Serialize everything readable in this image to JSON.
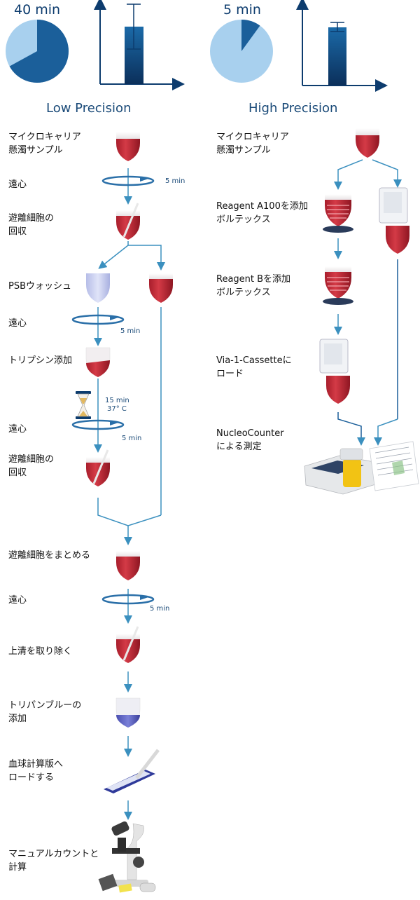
{
  "low": {
    "time_label": "40 min",
    "pie_fraction": 0.67,
    "heading": "Low Precision",
    "steps": [
      "マイクロキャリア\n懸濁サンプル",
      "遠心",
      "遊離細胞の\n回収",
      "PSBウォッシュ",
      "遠心",
      "トリプシン添加",
      "遠心",
      "遊離細胞の\n回収",
      "遊離細胞をまとめる",
      "遠心",
      "上清を取り除く",
      "トリパンブルーの\n添加",
      "血球計算版へ\nロードする",
      "マニュアルカウントと\n計算"
    ],
    "durations": {
      "spin1": "5 min",
      "spin2": "5 min",
      "incubate_time": "15 min",
      "incubate_temp": "37° C",
      "spin3": "5 min",
      "spin4": "5 min"
    }
  },
  "high": {
    "time_label": "5 min",
    "pie_fraction": 0.1,
    "heading": "High Precision",
    "steps": [
      "マイクロキャリア\n懸濁サンプル",
      "Reagent A100を添加\nボルテックス",
      "Reagent Bを添加\nボルテックス",
      "Via-1-Cassetteに\nロード",
      "NucleoCounter\nによる測定"
    ]
  },
  "colors": {
    "dark_blue": "#0d3c6e",
    "mid_blue": "#1b5f9a",
    "light_blue": "#a8d0ee",
    "arrow": "#3b90bf",
    "sample_red": "#c4303c"
  }
}
